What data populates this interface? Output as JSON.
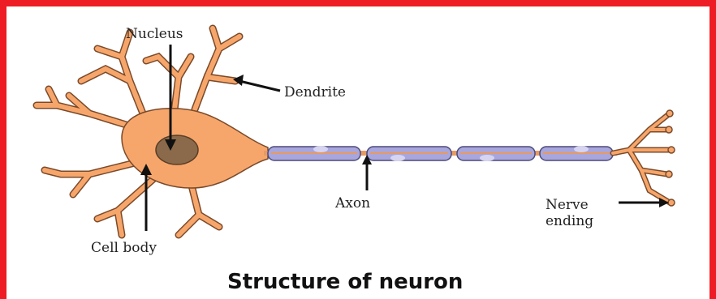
{
  "diagram": {
    "labels": {
      "nucleus": "Nucleus",
      "dendrite": "Dendrite",
      "cell_body": "Cell body",
      "axon": "Axon",
      "nerve_ending_line1": "Nerve",
      "nerve_ending_line2": "ending"
    },
    "caption": "Structure of neuron"
  },
  "colors": {
    "frame_border": "#ee1c24",
    "cell_body": "#f7a66b",
    "cell_outline": "#7a4a2a",
    "nucleus": "#8a6a4a",
    "myelin_sheath": "#a9a6dc",
    "myelin_outline": "#4a4a7a",
    "axon": "#e79a64"
  }
}
